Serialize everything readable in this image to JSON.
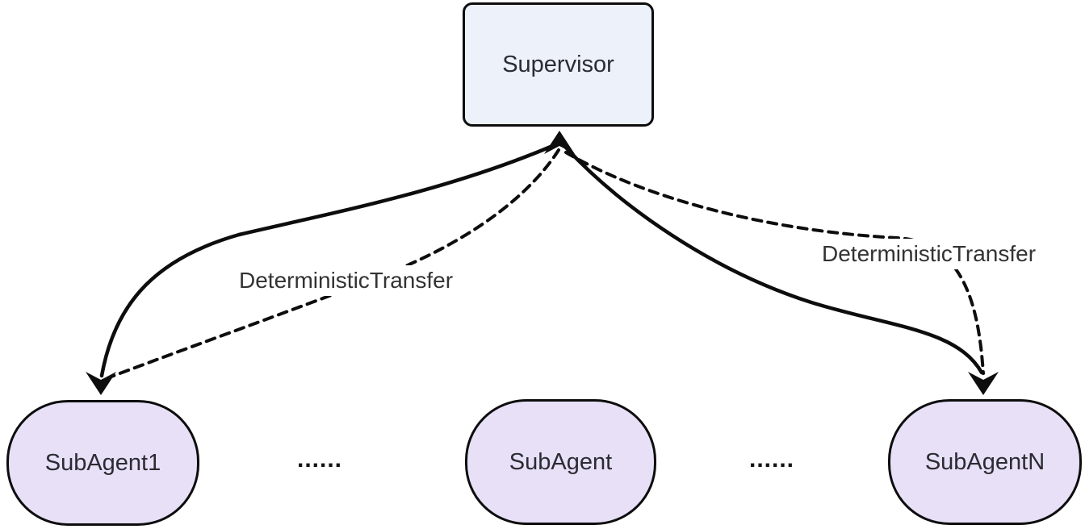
{
  "diagram": {
    "type": "flowchart",
    "colors": {
      "background": "#ffffff",
      "edge": "#0d0d0d",
      "node_border": "#0d0d0d",
      "supervisor_fill": "#ECF1FA",
      "subagent_fill": "#E7E0F7",
      "node_text": "#2b2b33",
      "label_text": "#333333"
    },
    "nodes": {
      "supervisor": {
        "label": "Supervisor"
      },
      "subagent1": {
        "label": "SubAgent1"
      },
      "subagent_mid": {
        "label": "SubAgent"
      },
      "subagentN": {
        "label": "SubAgentN"
      }
    },
    "ellipsis": {
      "left": "......",
      "right": "......"
    },
    "edge_labels": {
      "left": "DeterministicTransfer",
      "right": "DeterministicTransfer"
    },
    "edges": [
      {
        "from": "Supervisor",
        "to": "SubAgent1",
        "style": "solid",
        "label": ""
      },
      {
        "from": "SubAgent1",
        "to": "Supervisor",
        "style": "dashed",
        "label": "DeterministicTransfer"
      },
      {
        "from": "Supervisor",
        "to": "SubAgentN",
        "style": "solid",
        "label": ""
      },
      {
        "from": "SubAgentN",
        "to": "Supervisor",
        "style": "dashed",
        "label": "DeterministicTransfer"
      }
    ]
  }
}
